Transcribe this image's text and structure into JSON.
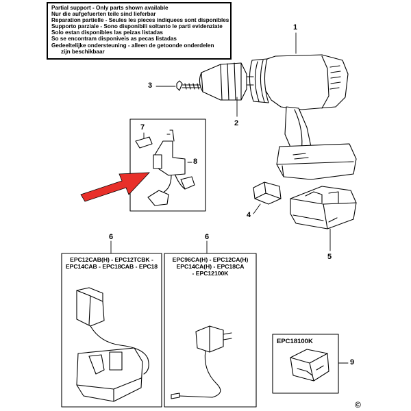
{
  "notice": {
    "lines": [
      "Partial support - Only parts shown available",
      "Nur die aufgefuerten teile sind lieferbar",
      "Reparation partielle - Seules les pieces indiquees sont disponibles",
      "Supporto parziale - Sono disponibili soltanto le parti evidenziate",
      "Solo estan disponibles las peizas listadas",
      "So se encontram disponiveis as pecas listadas",
      "Gedeeltelijke ondersteuning - alleen de getoonde onderdelen",
      "zijn beschikbaar"
    ]
  },
  "callouts": {
    "p1": "1",
    "p2": "2",
    "p3": "3",
    "p4": "4",
    "p5": "5",
    "p6a": "6",
    "p6b": "6",
    "p7": "7",
    "p8": "8",
    "p9": "9"
  },
  "charger_box_a": {
    "lines": [
      "EPC12CAB(H) - EPC12TCBK -",
      "EPC14CAB - EPC18CAB - EPC18"
    ]
  },
  "charger_box_b": {
    "lines": [
      "EPC96CA(H) - EPC12CA(H)",
      "EPC14CA(H) - EPC18CA",
      "- EPC12100K"
    ]
  },
  "kit_box": {
    "label": "EPC18100K"
  },
  "copyright": "©",
  "colors": {
    "arrow": "#e8302a",
    "line": "#000000"
  }
}
